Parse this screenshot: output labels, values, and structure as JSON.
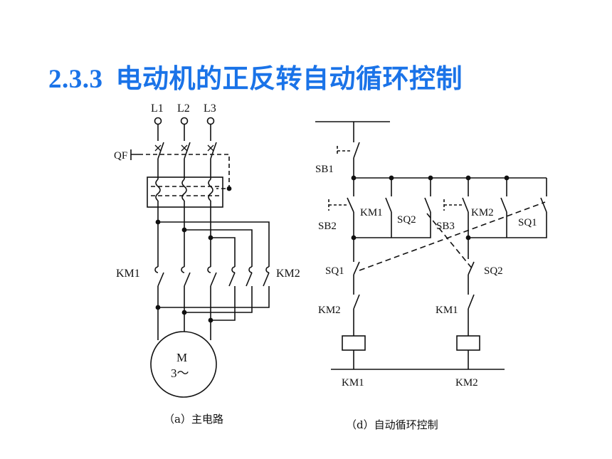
{
  "title": {
    "number": "2.3.3",
    "text": "电动机的正反转自动循环控制"
  },
  "main_circuit": {
    "phases": [
      "L1",
      "L2",
      "L3"
    ],
    "breaker": "QF",
    "contactor_left": "KM1",
    "contactor_right": "KM2",
    "motor_top": "M",
    "motor_bottom": "3～",
    "caption": "（a）主电路"
  },
  "control_circuit": {
    "sb1": "SB1",
    "sb2": "SB2",
    "km1_hold": "KM1",
    "sq2_top": "SQ2",
    "sb3": "SB3",
    "km2_hold": "KM2",
    "sq1_top": "SQ1",
    "sq1_nc": "SQ1",
    "sq2_nc": "SQ2",
    "km2_interlock": "KM2",
    "km1_interlock": "KM1",
    "coil_left": "KM1",
    "coil_right": "KM2",
    "caption": "（d）自动循环控制"
  }
}
